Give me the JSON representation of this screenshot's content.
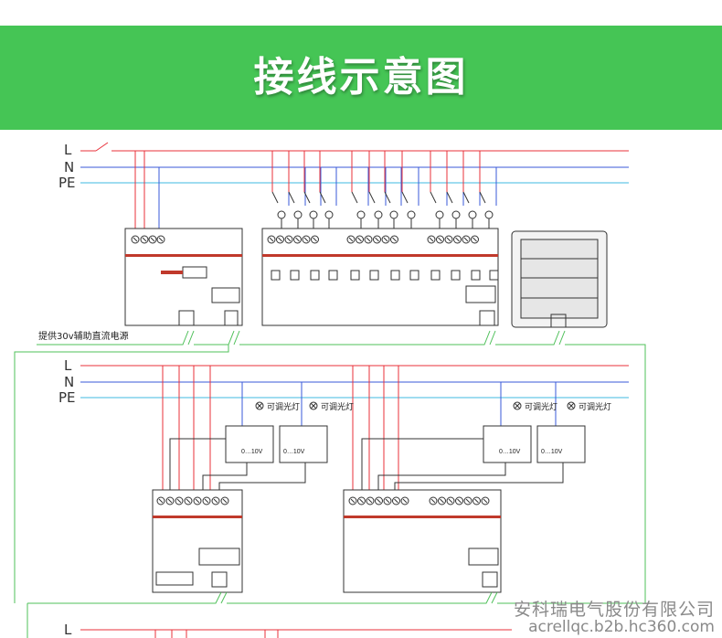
{
  "banner": {
    "title": "接线示意图",
    "color": "#45c555"
  },
  "wiring": {
    "line_labels": [
      "L",
      "N",
      "PE"
    ],
    "line_colors": {
      "L": "#e8303a",
      "N": "#3a5ad8",
      "PE": "#3fb9e0",
      "bus": "#4fc05a"
    },
    "aux_power_label": "提供30v辅助直流电源",
    "dimmable_lamp_label": "可调光灯",
    "dimmer_voltage_label": "0…10V"
  },
  "watermark": {
    "company": "安科瑞电气股份有限公司",
    "url": "acrellqc.b2b.hc360.com"
  }
}
